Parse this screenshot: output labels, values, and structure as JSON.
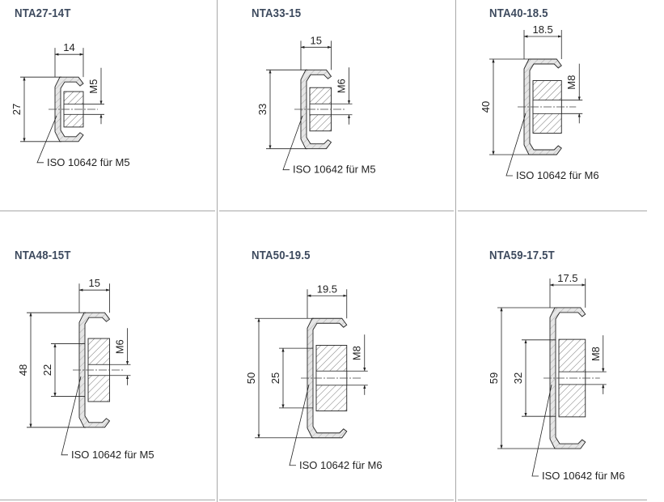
{
  "profiles": [
    {
      "title": "NTA27-14T",
      "width_label": "14",
      "height_label": "27",
      "inner_label": null,
      "thread_label": "M5",
      "note": "ISO 10642 für M5",
      "width": 14,
      "height": 27
    },
    {
      "title": "NTA33-15",
      "width_label": "15",
      "height_label": "33",
      "inner_label": null,
      "thread_label": "M6",
      "note": "ISO 10642 für M5",
      "width": 15,
      "height": 33
    },
    {
      "title": "NTA40-18.5",
      "width_label": "18.5",
      "height_label": "40",
      "inner_label": null,
      "thread_label": "M8",
      "note": "ISO 10642 für M6",
      "width": 18.5,
      "height": 40
    },
    {
      "title": "NTA48-15T",
      "width_label": "15",
      "height_label": "48",
      "inner_label": "22",
      "thread_label": "M6",
      "note": "ISO 10642 für M5",
      "width": 15,
      "height": 48,
      "inner": 22
    },
    {
      "title": "NTA50-19.5",
      "width_label": "19.5",
      "height_label": "50",
      "inner_label": "25",
      "thread_label": "M8",
      "note": "ISO 10642 für M6",
      "width": 19.5,
      "height": 50,
      "inner": 25
    },
    {
      "title": "NTA59-17.5T",
      "width_label": "17.5",
      "height_label": "59",
      "inner_label": "32",
      "thread_label": "M8",
      "note": "ISO 10642 für M6",
      "width": 17.5,
      "height": 59,
      "inner": 32
    }
  ]
}
